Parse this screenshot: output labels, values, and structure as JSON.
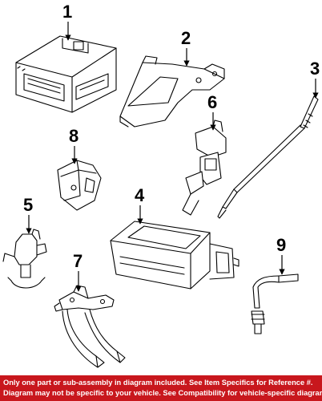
{
  "callouts": {
    "c1": "1",
    "c2": "2",
    "c3": "3",
    "c4": "4",
    "c5": "5",
    "c6": "6",
    "c7": "7",
    "c8": "8",
    "c9": "9"
  },
  "footer": {
    "line1": "Only one part or sub-assembly in diagram included. See Item Specifics for Reference #.",
    "line2": "Diagram may not be specific to your vehicle. See Compatibility for vehicle-specific diagrams."
  },
  "colors": {
    "footer_bg": "#c8171d",
    "footer_text": "#ffffff",
    "line": "#000000"
  }
}
